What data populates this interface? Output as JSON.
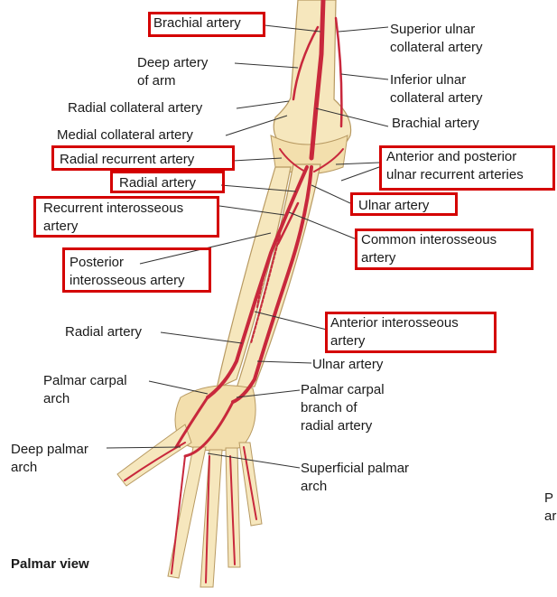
{
  "labels": {
    "brachial_artery_top": "Brachial artery",
    "deep_artery_of_arm": "Deep artery\nof arm",
    "radial_collateral_artery": "Radial collateral artery",
    "medial_collateral_artery": "Medial collateral artery",
    "radial_recurrent_artery": "Radial recurrent artery",
    "radial_artery_upper": "Radial artery",
    "recurrent_interosseous_artery": "Recurrent interosseous\nartery",
    "posterior_interosseous_artery": "Posterior\ninterosseous artery",
    "radial_artery_lower": "Radial artery",
    "palmar_carpal_arch": "Palmar carpal\narch",
    "deep_palmar_arch": "Deep palmar\narch",
    "superior_ulnar_collateral_artery": "Superior ulnar\ncollateral artery",
    "inferior_ulnar_collateral_artery": "Inferior ulnar\ncollateral artery",
    "brachial_artery_right": "Brachial artery",
    "ulnar_recurrent_arteries": "Anterior and posterior\nulnar recurrent arteries",
    "ulnar_artery_upper": "Ulnar artery",
    "common_interosseous_artery": "Common interosseous\nartery",
    "anterior_interosseous_artery": "Anterior interosseous\nartery",
    "ulnar_artery_lower": "Ulnar artery",
    "palmar_carpal_branch": "Palmar carpal\nbranch of\nradial artery",
    "superficial_palmar_arch": "Superficial palmar\narch",
    "view_label": "Palmar view",
    "clipped_text": "P\nar"
  },
  "colors": {
    "bone": "#f6e7bd",
    "bone_outline": "#b89a62",
    "artery": "#c8283c",
    "artery_outline": "#8a1020",
    "highlight_box": "#d40000",
    "leader_line": "#333333"
  }
}
